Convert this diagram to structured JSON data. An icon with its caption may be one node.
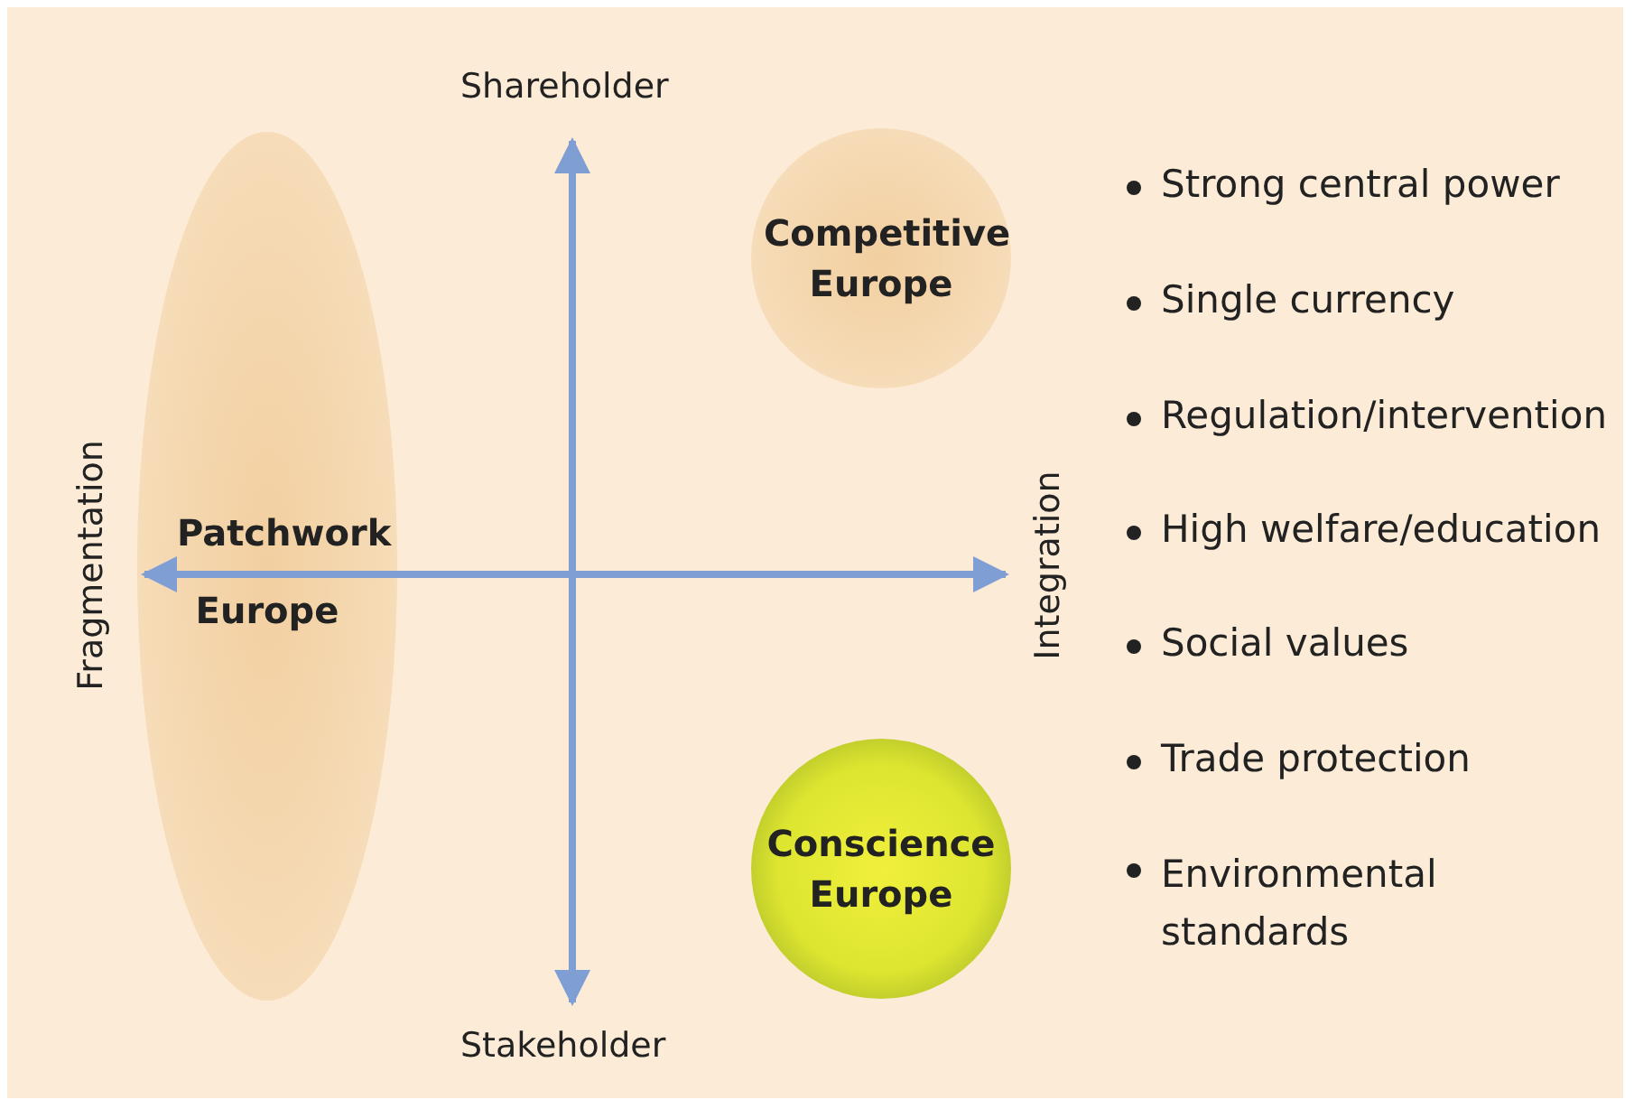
{
  "diagram": {
    "nodes": [
      {
        "text": [
          "Patchwork Europe"
        ]
      },
      {
        "text": [
          "Competitive Europe"
        ]
      },
      {
        "text": [
          "Conscience Europe"
        ]
      }
    ],
    "labels": [
      "Shareholder",
      "Strong central power",
      "Single currency",
      "Regulation/intervention",
      "High welfare/education",
      "Social values",
      "Trade protection",
      "Environmental standards",
      "Fragmentation",
      "Integration",
      "Stakeholder"
    ]
  }
}
